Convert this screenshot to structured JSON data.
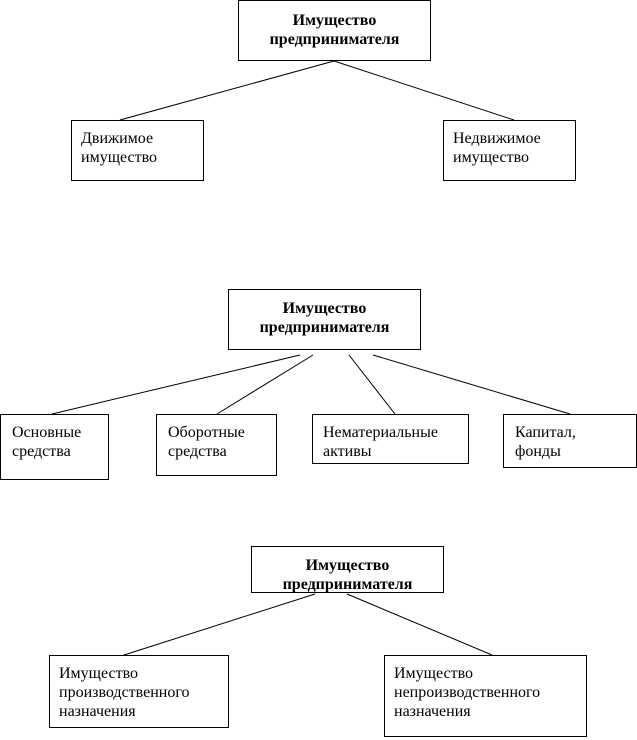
{
  "diagram1": {
    "root": [
      "Имущество",
      "предпринимателя"
    ],
    "children": [
      [
        "Движимое",
        "имущество"
      ],
      [
        "Недвижимое",
        "имущество"
      ]
    ]
  },
  "diagram2": {
    "root": [
      "Имущество",
      "предпринимателя"
    ],
    "children": [
      [
        "Основные",
        "средства"
      ],
      [
        "Оборотные",
        "средства"
      ],
      [
        "Нематериальные",
        "активы"
      ],
      [
        "Капитал,",
        "фонды"
      ]
    ]
  },
  "diagram3": {
    "root": [
      "Имущество",
      "предпринимателя"
    ],
    "children": [
      [
        "Имущество",
        "производственного",
        "назначения"
      ],
      [
        "Имущество",
        "непроизводственного",
        "назначения"
      ]
    ]
  }
}
